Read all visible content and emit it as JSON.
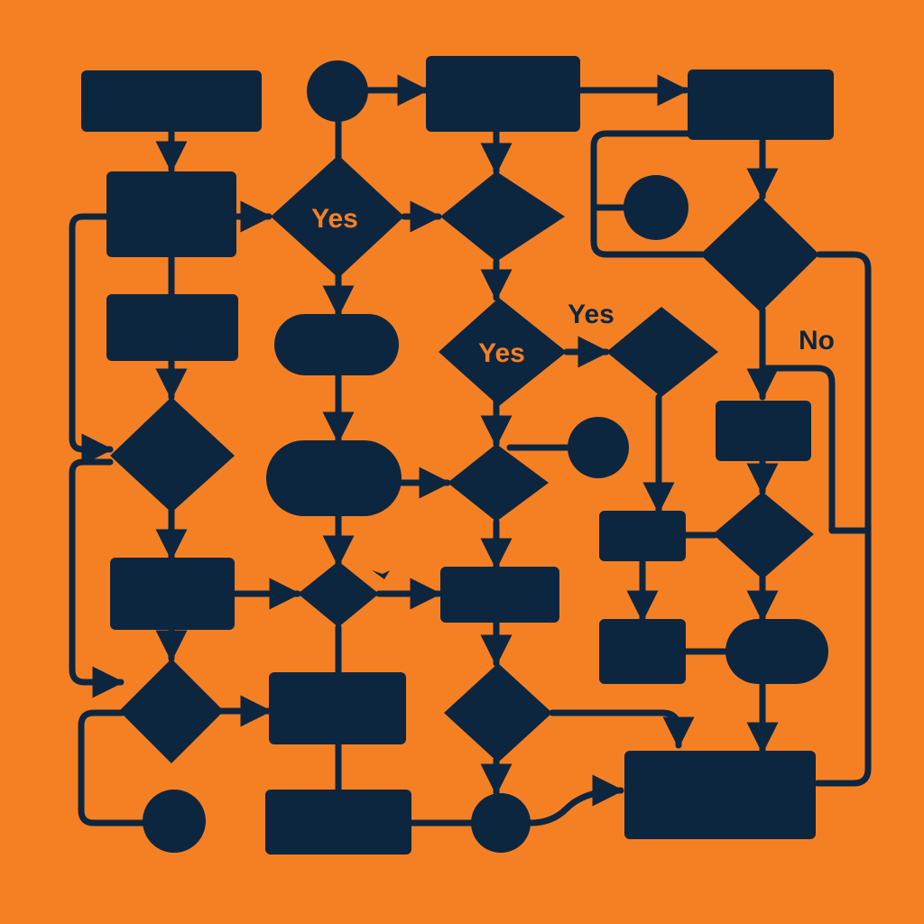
{
  "colors": {
    "background": "#F58023",
    "ink": "#0D2640",
    "label": "#F58023",
    "label_on_background": "#0D2640"
  },
  "labels": {
    "yes_top_diamond": "Yes",
    "yes_middle_diamond": "Yes",
    "yes_edge": "Yes",
    "no_edge": "No"
  }
}
